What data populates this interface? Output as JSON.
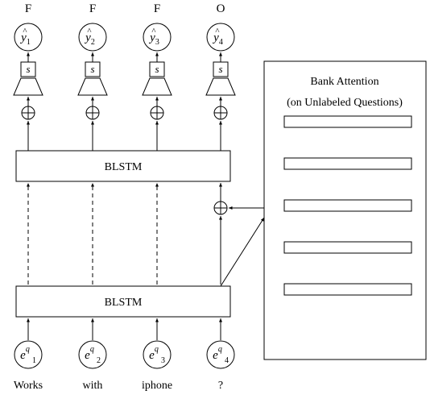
{
  "output_labels": [
    "F",
    "F",
    "F",
    "O"
  ],
  "predictions": [
    {
      "base": "y",
      "sub": "1"
    },
    {
      "base": "y",
      "sub": "2"
    },
    {
      "base": "y",
      "sub": "3"
    },
    {
      "base": "y",
      "sub": "4"
    }
  ],
  "softmax_label": "s",
  "upper_blstm_label": "BLSTM",
  "lower_blstm_label": "BLSTM",
  "embeddings": [
    {
      "base": "e",
      "sup": "q",
      "sub": "1"
    },
    {
      "base": "e",
      "sup": "q",
      "sub": "2"
    },
    {
      "base": "e",
      "sup": "q",
      "sub": "3"
    },
    {
      "base": "e",
      "sup": "q",
      "sub": "4"
    }
  ],
  "input_words": [
    "Works",
    "with",
    "iphone",
    "?"
  ],
  "bank": {
    "title_line1": "Bank Attention",
    "title_line2": "(on Unlabeled Questions)",
    "slot_count": 5
  }
}
